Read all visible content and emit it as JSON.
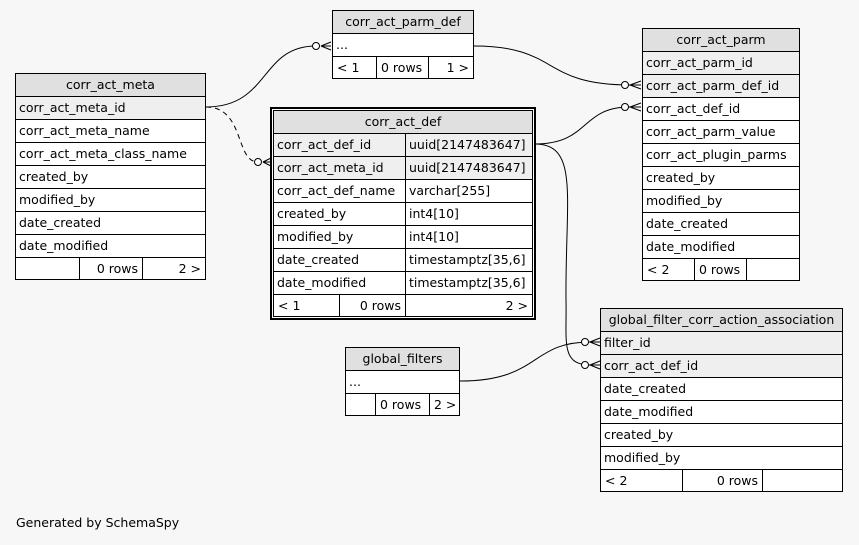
{
  "tables": {
    "corr_act_parm_def": {
      "name": "corr_act_parm_def",
      "columns": [
        "..."
      ],
      "footer": [
        "< 1",
        "0 rows",
        "1 >"
      ]
    },
    "corr_act_parm": {
      "name": "corr_act_parm",
      "columns": [
        "corr_act_parm_id",
        "corr_act_parm_def_id",
        "corr_act_def_id",
        "corr_act_parm_value",
        "corr_act_plugin_parms",
        "created_by",
        "modified_by",
        "date_created",
        "date_modified"
      ],
      "footer": [
        "< 2",
        "0 rows",
        ""
      ]
    },
    "corr_act_meta": {
      "name": "corr_act_meta",
      "columns": [
        "corr_act_meta_id",
        "corr_act_meta_name",
        "corr_act_meta_class_name",
        "created_by",
        "modified_by",
        "date_created",
        "date_modified"
      ],
      "footer": [
        "",
        "0 rows",
        "2 >"
      ]
    },
    "corr_act_def": {
      "name": "corr_act_def",
      "columns": [
        {
          "name": "corr_act_def_id",
          "type": "uuid[2147483647]"
        },
        {
          "name": "corr_act_meta_id",
          "type": "uuid[2147483647]"
        },
        {
          "name": "corr_act_def_name",
          "type": "varchar[255]"
        },
        {
          "name": "created_by",
          "type": "int4[10]"
        },
        {
          "name": "modified_by",
          "type": "int4[10]"
        },
        {
          "name": "date_created",
          "type": "timestamptz[35,6]"
        },
        {
          "name": "date_modified",
          "type": "timestamptz[35,6]"
        }
      ],
      "footer": [
        "< 1",
        "0 rows",
        "2 >"
      ]
    },
    "global_filters": {
      "name": "global_filters",
      "columns": [
        "..."
      ],
      "footer": [
        "",
        "0 rows",
        "2 >"
      ]
    },
    "global_filter_corr_action_association": {
      "name": "global_filter_corr_action_association",
      "columns": [
        "filter_id",
        "corr_act_def_id",
        "date_created",
        "date_modified",
        "created_by",
        "modified_by"
      ],
      "footer": [
        "< 2",
        "0 rows",
        ""
      ]
    }
  },
  "generated_by": "Generated by SchemaSpy",
  "colors": {
    "background": "#f7f7f7",
    "header": "#e0e0e0",
    "key_row": "#efefef"
  }
}
